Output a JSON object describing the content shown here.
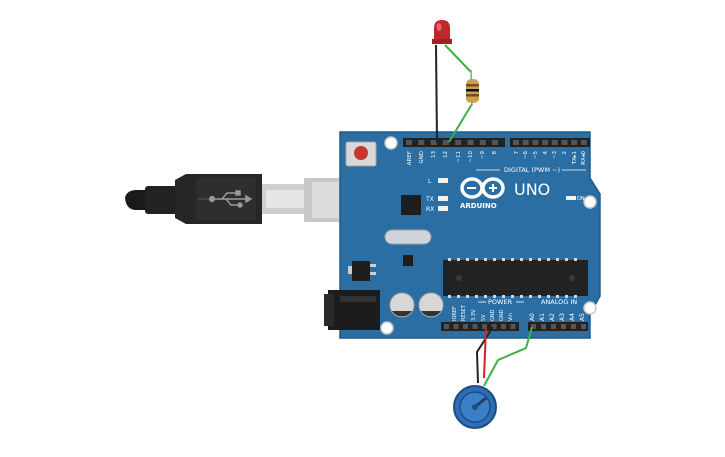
{
  "board": {
    "uno_label": "UNO",
    "brand_label": "ARDUINO",
    "on_label": "ON",
    "digital_header_label": "DIGITAL (PWM ~)",
    "power_header_label": "POWER",
    "analog_header_label": "ANALOG IN",
    "led_l_label": "L",
    "led_tx_label": "TX",
    "led_rx_label": "RX"
  },
  "pins": {
    "digital_left": [
      "AREF",
      "GND",
      "13",
      "12",
      "~11",
      "~10",
      "~9",
      "8"
    ],
    "digital_right": [
      "7",
      "~6",
      "~5",
      "4",
      "~3",
      "2",
      "TX▸1",
      "RX◂0"
    ],
    "power": [
      "IOREF",
      "RESET",
      "3.3V",
      "5V",
      "GND",
      "GND",
      "Vin"
    ],
    "analog": [
      "A0",
      "A1",
      "A2",
      "A3",
      "A4",
      "A5"
    ]
  },
  "colors": {
    "board": "#2b6ea3",
    "board_edge": "#1f5a8a",
    "header": "#222222",
    "led_red": "#c0272d",
    "wire_black": "#222222",
    "wire_green": "#3cb043",
    "wire_red": "#d81f26",
    "pot_blue": "#2f6db3"
  }
}
